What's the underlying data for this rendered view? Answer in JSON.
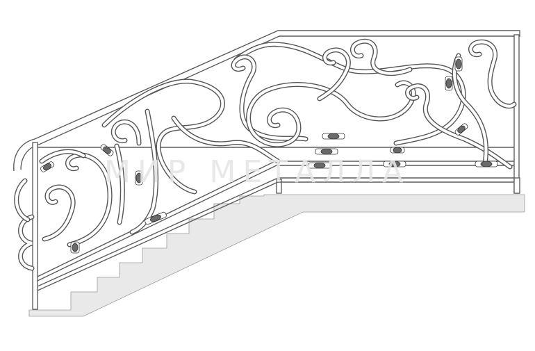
{
  "watermark": {
    "text": "МИР МЕТАЛЛА"
  },
  "colors": {
    "line": "#555555",
    "stair": "#e8e8e8",
    "watermark": "#e6e6e6",
    "background": "#ffffff"
  },
  "ornaments": {
    "count": 14,
    "style": "forged-collar"
  }
}
